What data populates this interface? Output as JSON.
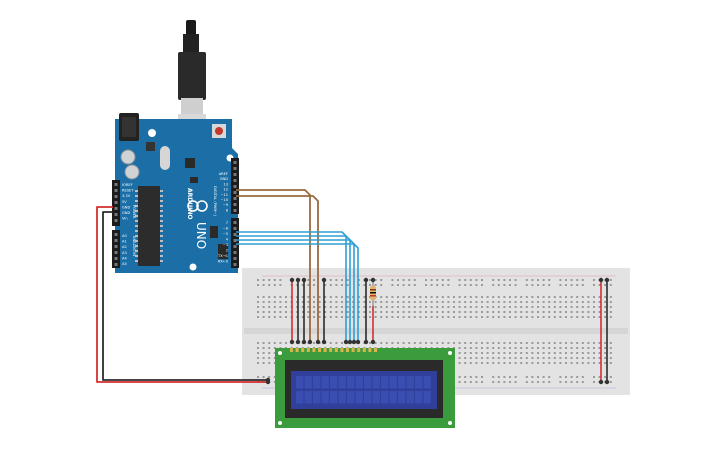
{
  "board": {
    "brand": "ARDUINO",
    "model": "UNO",
    "digital_header_label": "DIGITAL (PWM~)",
    "power_header_label": "POWER",
    "analog_header_label": "ANALOG IN",
    "top_pins": [
      "AREF",
      "GND",
      "13",
      "12",
      "~11",
      "~10",
      "~9",
      "8"
    ],
    "mid_pins": [
      "7",
      "~6",
      "~5",
      "4",
      "~3",
      "2",
      "TX→1",
      "RX←0"
    ],
    "power_pins": [
      "IOREF",
      "RESET",
      "3.3V",
      "5V",
      "GND",
      "GND",
      "Vin"
    ],
    "analog_pins": [
      "A0",
      "A1",
      "A2",
      "A3",
      "A4",
      "A5"
    ]
  },
  "colors": {
    "board": "#1b6fa6",
    "board_dark": "#135a87",
    "breadboard": "#e3e3e3",
    "lcd_pcb": "#3a9c3c",
    "lcd_screen": "#2f3f9a",
    "wire_red": "#d42f2f",
    "wire_black": "#2b2b2b",
    "wire_brown": "#9a6a3d",
    "wire_blue": "#2f9fd4"
  }
}
